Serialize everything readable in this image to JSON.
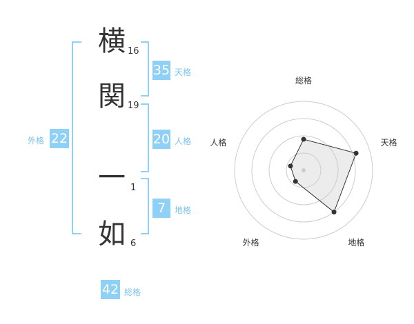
{
  "name": {
    "chars": [
      {
        "char": "横",
        "strokes": "16"
      },
      {
        "char": "関",
        "strokes": "19"
      },
      {
        "char": "一",
        "strokes": "1"
      },
      {
        "char": "如",
        "strokes": "6"
      }
    ]
  },
  "kakusu": {
    "tenkaku": {
      "value": "35",
      "label": "天格"
    },
    "jinkaku": {
      "value": "20",
      "label": "人格"
    },
    "chikaku": {
      "value": "7",
      "label": "地格"
    },
    "gaikaku": {
      "value": "22",
      "label": "外格"
    },
    "soukaku": {
      "value": "42",
      "label": "総格"
    }
  },
  "colors": {
    "accent": "#8fd0f7",
    "accent_text": "#7cc4ef",
    "ink": "#333333"
  },
  "chart_data": {
    "type": "radar",
    "axes": [
      "総格",
      "天格",
      "地格",
      "外格",
      "人格"
    ],
    "values": [
      0.45,
      0.8,
      0.75,
      0.2,
      0.2
    ],
    "rings": 4
  }
}
